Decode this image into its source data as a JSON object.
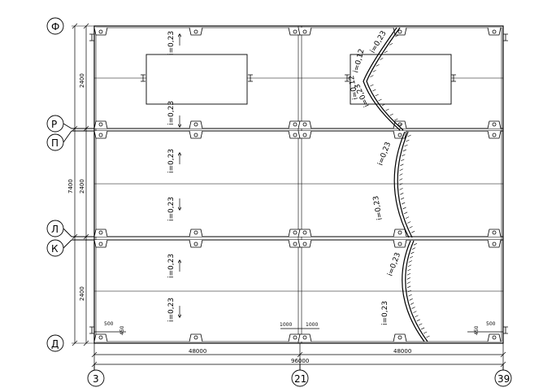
{
  "axes": {
    "rows": [
      "Ф",
      "Р",
      "П",
      "Л",
      "К",
      "Д"
    ],
    "cols": [
      "3",
      "21",
      "39"
    ]
  },
  "dimensions": {
    "span_a": "2400",
    "span_b": "2400",
    "span_c": "2400",
    "overall_vertical": "7400",
    "bay_left": "48000",
    "bay_right": "48000",
    "overall_horizontal": "96000",
    "offset_left_500": "500",
    "offset_left_450": "450",
    "offset_right_500": "500",
    "offset_right_450": "450",
    "mid_1000_left": "1000",
    "mid_1000_right": "1000"
  },
  "slopes": {
    "s023": "i=0,23",
    "s012": "i=0,12"
  },
  "colors": {
    "line": "#000000",
    "background": "#ffffff"
  }
}
